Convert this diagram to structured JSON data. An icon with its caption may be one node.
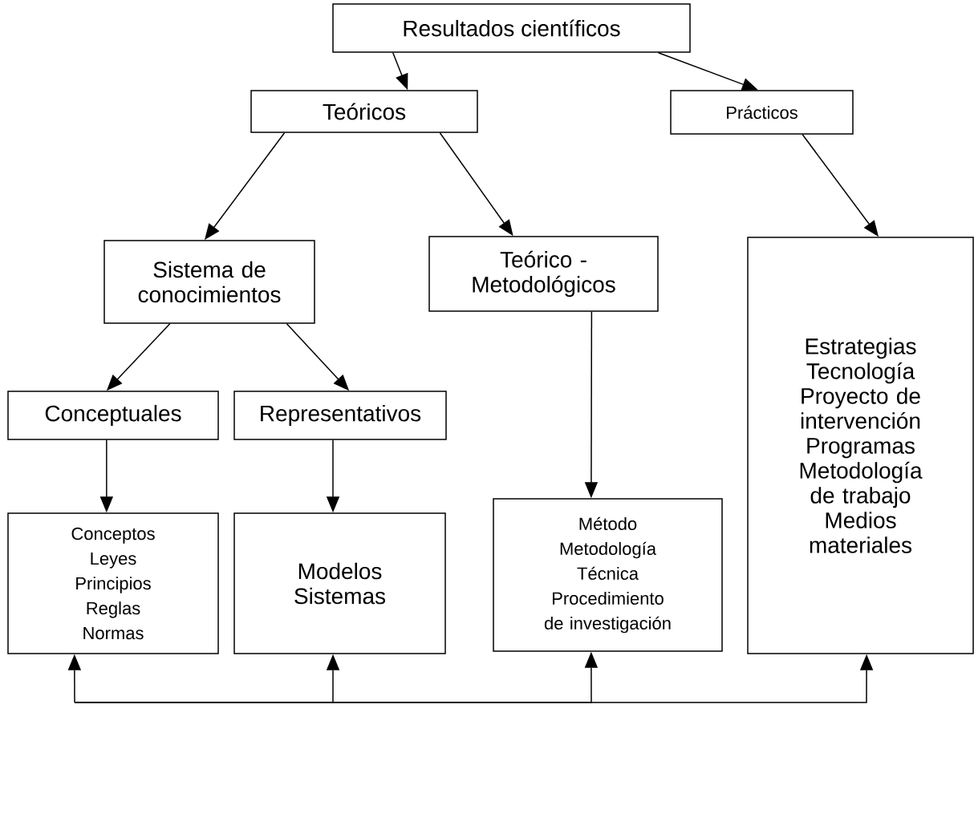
{
  "diagram": {
    "nodes": [
      {
        "text": [
          "Resultados científicos"
        ]
      },
      {
        "text": [
          "Teóricos"
        ]
      },
      {
        "text": [
          "Prácticos"
        ]
      },
      {
        "text": [
          "Sistema de conocimientos"
        ]
      },
      {
        "text": [
          "Teórico - Metodológicos"
        ]
      },
      {
        "text": [
          "Estrategias",
          "Tecnología",
          "Proyecto de intervención",
          "Programas",
          "Metodología de trabajo",
          "Medios materiales"
        ]
      },
      {
        "text": [
          "Conceptuales"
        ]
      },
      {
        "text": [
          "Representativos"
        ]
      },
      {
        "text": [
          "Conceptos",
          "Leyes",
          "Principios",
          "Reglas",
          "Normas"
        ]
      },
      {
        "text": [
          "Modelos",
          "Sistemas"
        ]
      },
      {
        "text": [
          "Método",
          "Metodología",
          "Técnica",
          "Procedimiento de investigación"
        ]
      }
    ],
    "edges": [
      {
        "from": 0,
        "to": 1,
        "arrow": "to"
      },
      {
        "from": 0,
        "to": 2,
        "arrow": "to"
      },
      {
        "from": 1,
        "to": 3,
        "arrow": "to"
      },
      {
        "from": 1,
        "to": 4,
        "arrow": "to"
      },
      {
        "from": 2,
        "to": 5,
        "arrow": "to"
      },
      {
        "from": 3,
        "to": 6,
        "arrow": "to"
      },
      {
        "from": 3,
        "to": 7,
        "arrow": "to"
      },
      {
        "from": 4,
        "to": 10,
        "arrow": "to"
      },
      {
        "from": 6,
        "to": 8,
        "arrow": "to"
      },
      {
        "from": 7,
        "to": 9,
        "arrow": "to"
      },
      {
        "from": null,
        "to": 8,
        "arrow": "to"
      },
      {
        "from": null,
        "to": 9,
        "arrow": "to"
      },
      {
        "from": null,
        "to": 10,
        "arrow": "to"
      },
      {
        "from": null,
        "to": 5,
        "arrow": "to"
      }
    ]
  }
}
